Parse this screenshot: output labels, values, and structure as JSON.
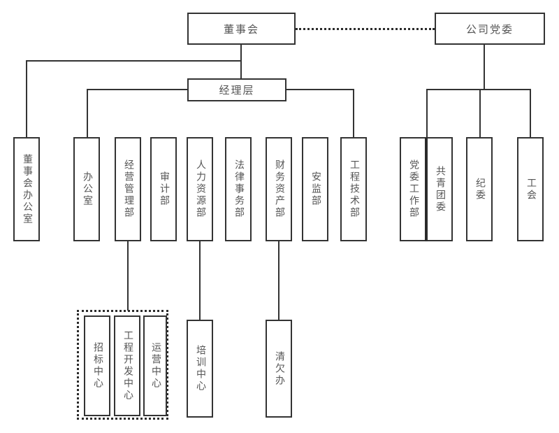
{
  "chart_title": "",
  "colors": {
    "box_border": "#333333",
    "line": "#333333",
    "text": "#555555",
    "background": "#ffffff"
  },
  "nodes": {
    "board": {
      "label": "董事会"
    },
    "party_committee": {
      "label": "公司党委"
    },
    "management": {
      "label": "经理层"
    },
    "board_office": {
      "label": "董事会办公室"
    },
    "departments": [
      {
        "label": "办公室"
      },
      {
        "label": "经营管理部"
      },
      {
        "label": "审计部"
      },
      {
        "label": "人力资源部"
      },
      {
        "label": "法律事务部"
      },
      {
        "label": "财务资产部"
      },
      {
        "label": "安监部"
      },
      {
        "label": "工程技术部"
      }
    ],
    "party_units": [
      {
        "label": "党委工作部"
      },
      {
        "label": "共青团委"
      },
      {
        "label": "纪委"
      },
      {
        "label": "工会"
      }
    ],
    "centers_group": [
      {
        "label": "招标中心"
      },
      {
        "label": "工程开发中心"
      },
      {
        "label": "运营中心"
      }
    ],
    "training_center": {
      "label": "培训中心"
    },
    "debt_office": {
      "label": "清欠办"
    }
  }
}
